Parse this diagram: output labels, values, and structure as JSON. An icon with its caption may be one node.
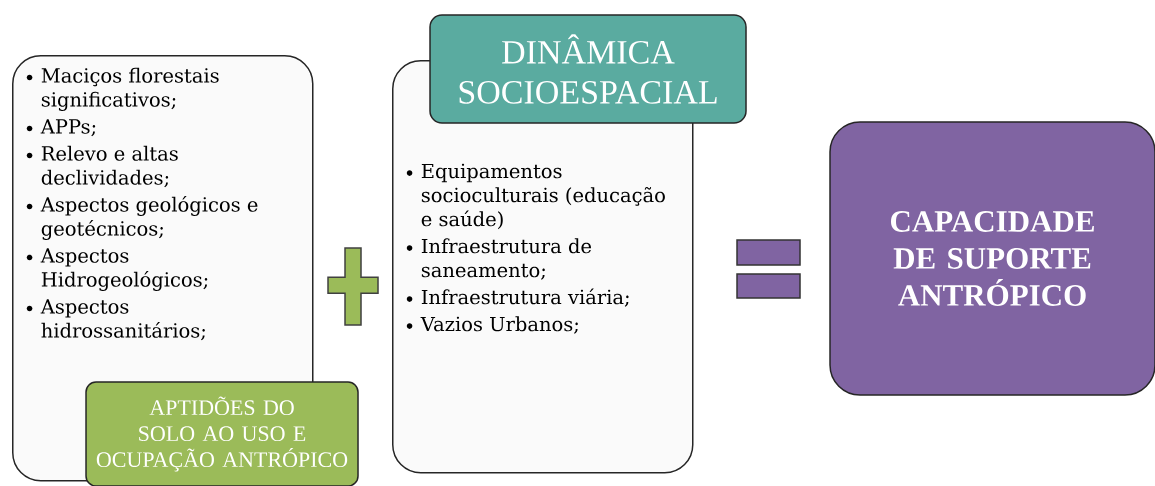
{
  "diagram": {
    "nodes": [
      {
        "text": [
          "Maciços florestais significativos;",
          "APPs;",
          "Relevo e altas declividades;",
          "Aspectos geológicos e geotécnicos;",
          "Aspectos Hidrogeológicos;",
          "Aspectos hidrossanitários;"
        ]
      },
      {
        "text": [
          "APTIDÕES DO SOLO AO USO E OCUPAÇÃO ANTRÓPICO"
        ]
      },
      {
        "text": [],
        "shape": "cross"
      },
      {
        "text": [
          "Equipamentos socioculturais (educação e saúde)",
          "Infraestrutura de saneamento;",
          "Infraestrutura viária;",
          "Vazios Urbanos;"
        ]
      },
      {
        "text": [
          "DINÂMICA SOCIOESPACIAL"
        ]
      },
      {
        "text": [],
        "shape": "equals"
      },
      {
        "text": [
          "CAPACIDADE DE SUPORTE ANTRÓPICO"
        ]
      }
    ],
    "edges": []
  }
}
